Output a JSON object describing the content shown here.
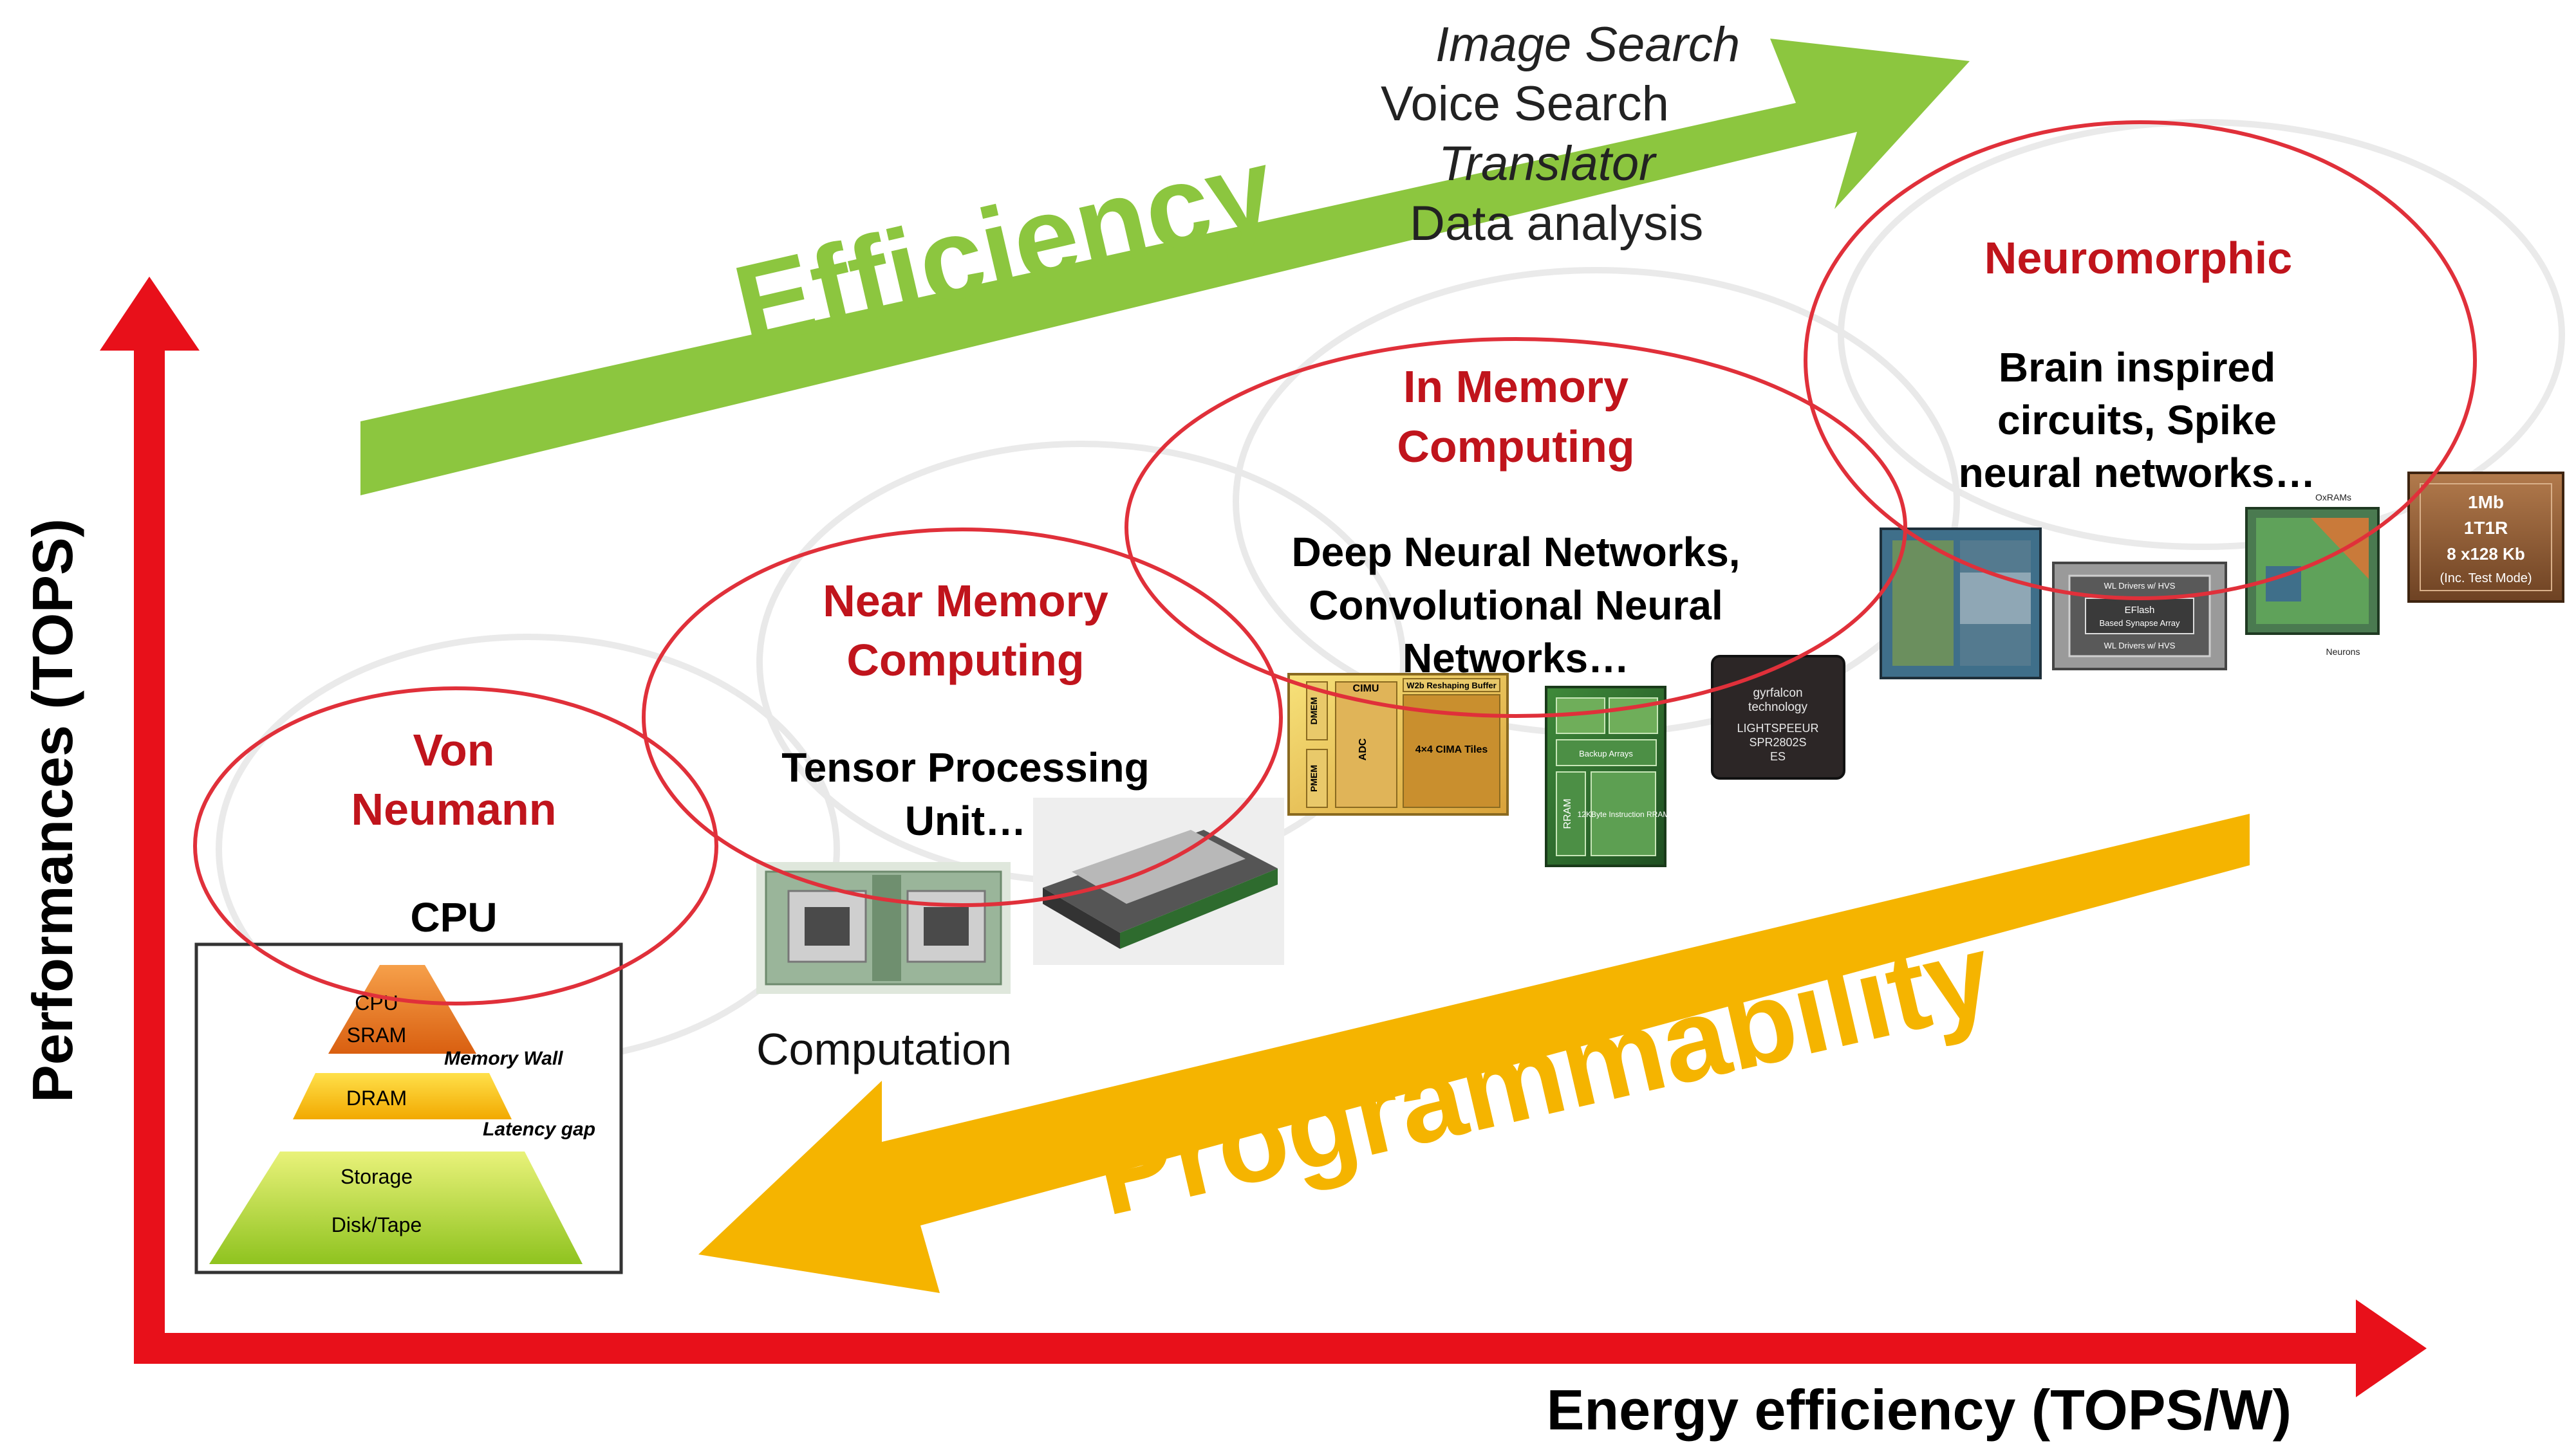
{
  "axes": {
    "y_label": "Performances (TOPS)",
    "x_label": "Energy efficiency (TOPS/W)"
  },
  "arrows": {
    "efficiency": "Efficiency",
    "programmability": "Programmability"
  },
  "applications": [
    "Image Search",
    "Voice Search",
    "Translator",
    "Data analysis"
  ],
  "eras": {
    "von_neumann": {
      "title_line1": "Von",
      "title_line2": "Neumann",
      "subtitle": "CPU"
    },
    "near_memory": {
      "title_line1": "Near Memory",
      "title_line2": "Computing",
      "desc_line1": "Tensor Processing",
      "desc_line2": "Unit…",
      "caption": "Computation"
    },
    "in_memory": {
      "title_line1": "In Memory",
      "title_line2": "Computing",
      "desc_line1": "Deep Neural Networks,",
      "desc_line2": "Convolutional Neural",
      "desc_line3": "Networks…"
    },
    "neuromorphic": {
      "title": "Neuromorphic",
      "desc_line1": "Brain inspired",
      "desc_line2": "circuits, Spike",
      "desc_line3": "neural networks…"
    }
  },
  "pyramid": {
    "cpu": "CPU",
    "sram": "SRAM",
    "dram": "DRAM",
    "storage": "Storage",
    "disk": "Disk/Tape",
    "memory_wall": "Memory Wall",
    "latency_gap": "Latency gap"
  },
  "chips": {
    "cima": {
      "dmem": "DMEM",
      "pmem": "PMEM",
      "cimu": "CIMU",
      "adc": "ADC",
      "tiles": "4×4 CIMA Tiles",
      "buffer": "W2b Reshaping Buffer"
    },
    "rram": {
      "rram": "RRAM",
      "label": "12KByte Instruction RRAM",
      "backup": "Backup Arrays"
    },
    "gyrfalcon": {
      "line1": "gyrfalcon",
      "line2": "technology",
      "line3": "LIGHTSPEEUR",
      "line4": "SPR2802S",
      "line5": "ES"
    },
    "eflash": {
      "line1": "EFlash",
      "line2": "Based Synapse Array",
      "top": "WL Drivers w/ HVS",
      "bottom": "WL Drivers w/ HVS"
    },
    "oxram": {
      "label_top": "OxRAMs",
      "label_bottom": "Neurons"
    },
    "mb": {
      "line1": "1Mb",
      "line2": "1T1R",
      "line3": "8 x128 Kb",
      "line4": "(Inc. Test Mode)"
    }
  },
  "colors": {
    "axis_red": "#e8101a",
    "title_red": "#c0141c",
    "efficiency_green": "#8cc63f",
    "programmability_orange": "#f5b400",
    "ellipse_red": "#e0303a"
  }
}
